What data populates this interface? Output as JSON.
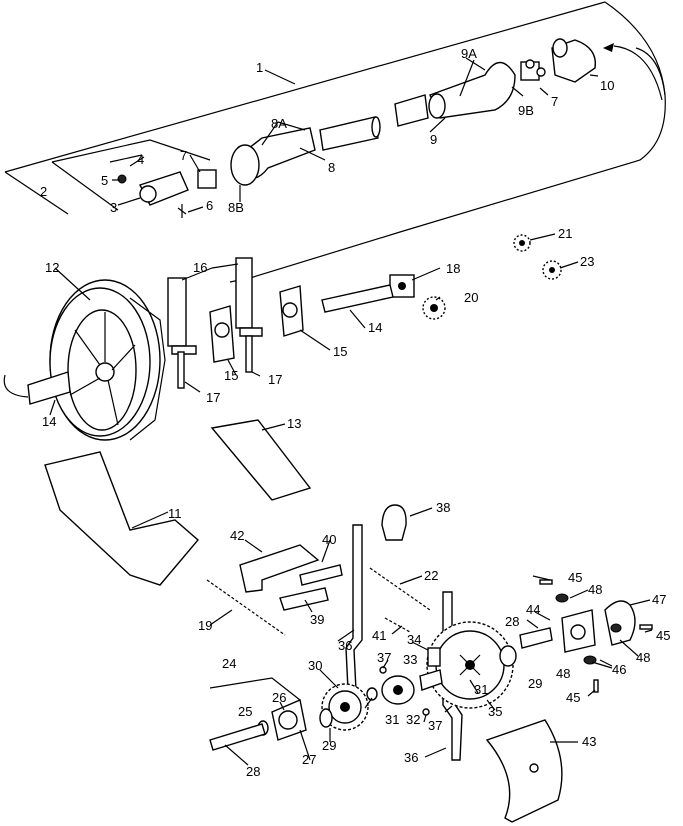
{
  "labels": {
    "l1": "1",
    "l2": "2",
    "l3": "3",
    "l4": "4",
    "l5": "5",
    "l6": "6",
    "l7a": "7",
    "l7b": "7",
    "l8": "8",
    "l8a": "8A",
    "l8b": "8B",
    "l9": "9",
    "l9a": "9A",
    "l9b": "9B",
    "l10": "10",
    "l11": "11",
    "l12": "12",
    "l13": "13",
    "l14a": "14",
    "l14b": "14",
    "l15a": "15",
    "l15b": "15",
    "l16": "16",
    "l17a": "17",
    "l17b": "17",
    "l18": "18",
    "l19": "19",
    "l20": "20",
    "l21": "21",
    "l22": "22",
    "l23": "23",
    "l24": "24",
    "l25": "25",
    "l26": "26",
    "l27": "27",
    "l28a": "28",
    "l28b": "28",
    "l29a": "29",
    "l29b": "29",
    "l30": "30",
    "l31a": "31",
    "l31b": "31",
    "l32": "32",
    "l33": "33",
    "l34": "34",
    "l35": "35",
    "l36a": "36",
    "l36b": "36",
    "l37a": "37",
    "l37b": "37",
    "l38": "38",
    "l39": "39",
    "l40": "40",
    "l41": "41",
    "l42": "42",
    "l43": "43",
    "l44": "44",
    "l45a": "45",
    "l45b": "45",
    "l45c": "45",
    "l46": "46",
    "l47": "47",
    "l48a": "48",
    "l48b": "48",
    "l48c": "48"
  }
}
